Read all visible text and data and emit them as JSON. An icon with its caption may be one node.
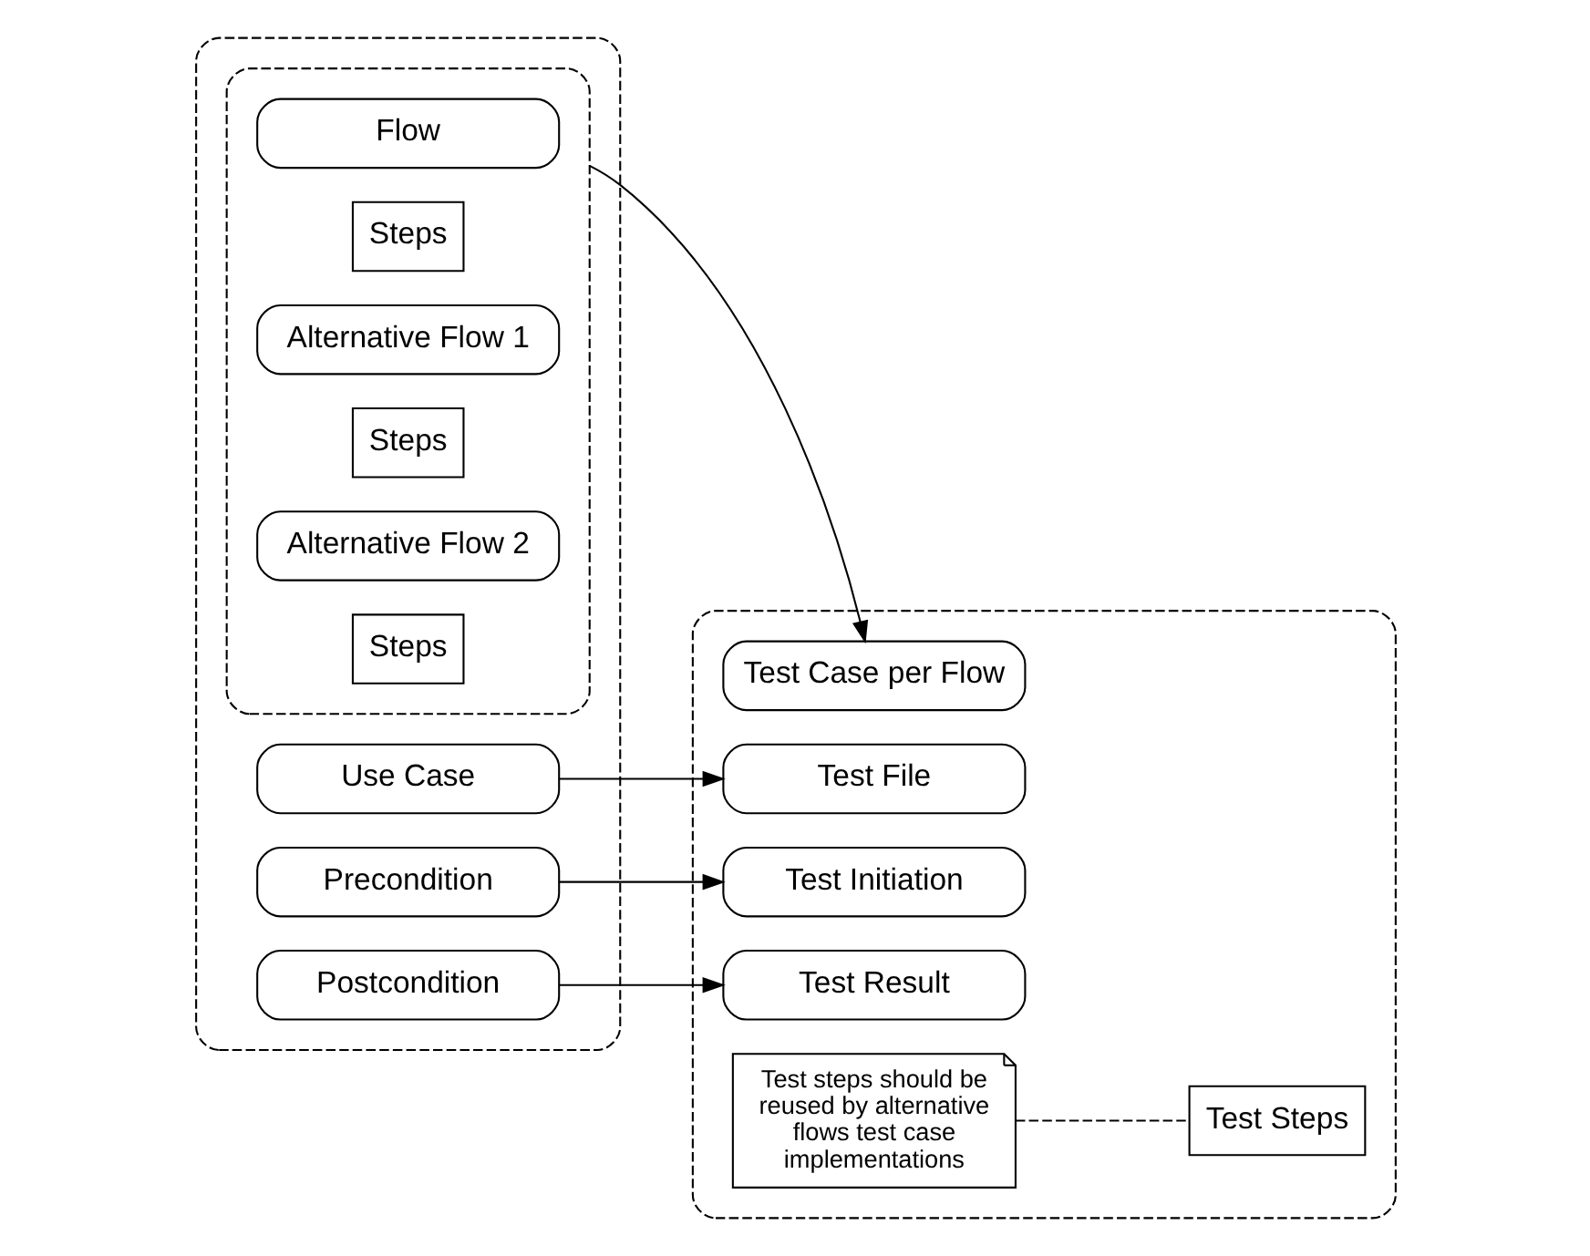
{
  "diagram": {
    "nodes": [
      {
        "text": [],
        "shape": "box"
      },
      {
        "text": [
          "Use Case"
        ],
        "in": 0
      },
      {
        "text": [
          "Precondition"
        ],
        "in": 0
      },
      {
        "text": [
          "Postcondition"
        ],
        "in": 0
      },
      {
        "text": [],
        "shape": "box",
        "in": 0
      },
      {
        "text": [
          "Flow"
        ],
        "in": 4
      },
      {
        "text": [
          "Steps"
        ],
        "in": 4
      },
      {
        "text": [
          "Alternative Flow 1"
        ],
        "in": 4
      },
      {
        "text": [
          "Steps"
        ],
        "in": 4
      },
      {
        "text": [
          "Alternative Flow 2"
        ],
        "in": 4
      },
      {
        "text": [
          "Steps"
        ],
        "in": 4
      },
      {
        "text": [],
        "shape": "box"
      },
      {
        "text": [
          "Test File"
        ],
        "in": 11
      },
      {
        "text": [
          "Test Initiation"
        ],
        "in": 11
      },
      {
        "text": [
          "Test Result"
        ],
        "in": 11
      },
      {
        "text": [
          "Test Case per Flow"
        ],
        "in": 11
      },
      {
        "text": [
          "Test Steps"
        ],
        "in": 11
      },
      {
        "text": [
          "Test steps should be reused by alternative flows test case implementations"
        ],
        "in": 11
      }
    ],
    "edges": [
      {
        "from": 1,
        "to": 12,
        "arrow": "to"
      },
      {
        "from": 2,
        "to": 13,
        "arrow": "to"
      },
      {
        "from": 3,
        "to": 14,
        "arrow": "to"
      },
      {
        "from": 4,
        "to": 15,
        "arrow": "to"
      },
      {
        "from": 17,
        "to": 16,
        "arrow": "none",
        "style": "dashed"
      }
    ]
  }
}
